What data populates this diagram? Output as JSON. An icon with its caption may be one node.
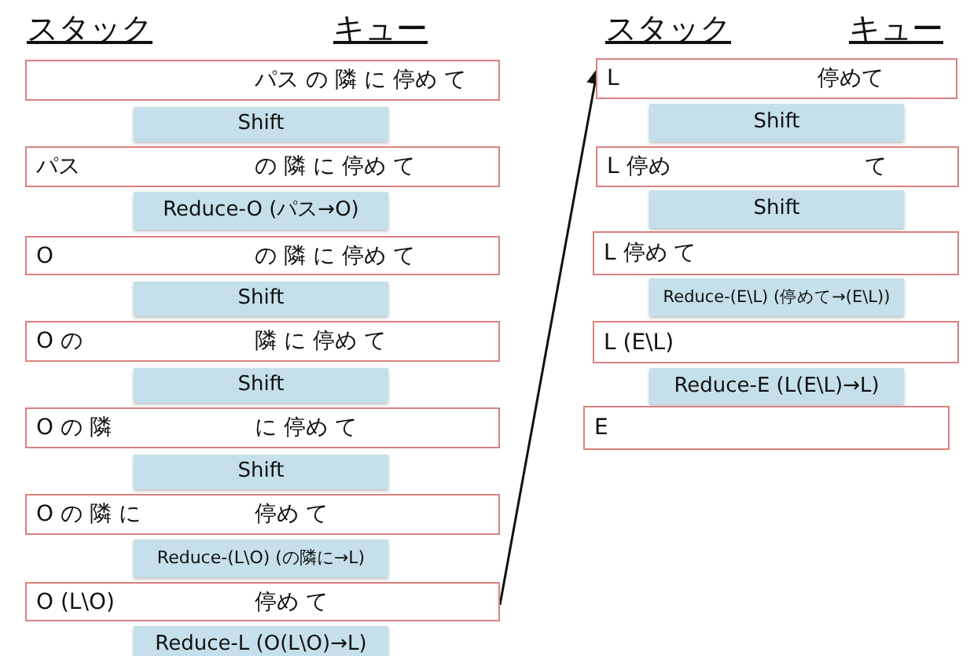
{
  "diagram": {
    "nodes": [
      {
        "text": [
          "パス の 隣 に 停め て"
        ]
      },
      {
        "text": [
          "Shift"
        ]
      },
      {
        "text": [
          "パス",
          "の 隣 に 停め て"
        ]
      },
      {
        "text": [
          "Reduce-O (パス→O)"
        ]
      },
      {
        "text": [
          "O",
          "の 隣 に 停め て"
        ]
      },
      {
        "text": [
          "Shift"
        ]
      },
      {
        "text": [
          "O の",
          "隣 に 停め て"
        ]
      },
      {
        "text": [
          "Shift"
        ]
      },
      {
        "text": [
          "O の 隣",
          "に 停め て"
        ]
      },
      {
        "text": [
          "Shift"
        ]
      },
      {
        "text": [
          "O の 隣 に",
          "停め て"
        ]
      },
      {
        "text": [
          "Reduce-(L\\O) (の隣に→L)"
        ]
      },
      {
        "text": [
          "O (L\\O)",
          "停め て"
        ]
      },
      {
        "text": [
          "Reduce-L (O(L\\O)→L)"
        ]
      },
      {
        "text": [
          "L",
          "停めて"
        ]
      },
      {
        "text": [
          "Shift"
        ]
      },
      {
        "text": [
          "L 停め",
          "て"
        ]
      },
      {
        "text": [
          "Shift"
        ]
      },
      {
        "text": [
          "L 停め て"
        ]
      },
      {
        "text": [
          "Reduce-(E\\L) (停めて→(E\\L))"
        ]
      },
      {
        "text": [
          "L (E\\L)"
        ]
      },
      {
        "text": [
          "Reduce-E (L(E\\L)→L)"
        ]
      },
      {
        "text": [
          "E"
        ]
      }
    ],
    "edges": [
      {
        "from": 12,
        "to": 14,
        "arrow": "to"
      }
    ],
    "labels": [
      "スタック",
      "キュー",
      "スタック",
      "キュー"
    ]
  }
}
